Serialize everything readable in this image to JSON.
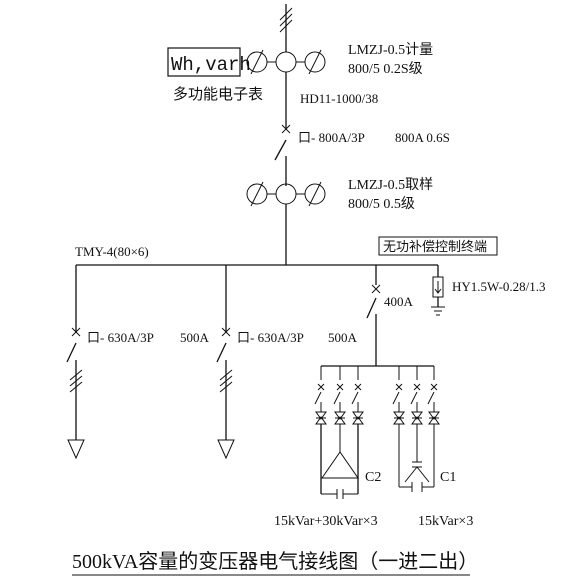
{
  "meter": {
    "box_label": "Wh,varh",
    "caption": "多功能电子表"
  },
  "ct_metering": {
    "model": "LMZJ-0.5计量",
    "ratio": "800/5 0.2S级"
  },
  "incoming_cable": "HD11-1000/38",
  "main_breaker": {
    "rating": "口- 800A/3P",
    "setting": "800A 0.6S"
  },
  "ct_sampling": {
    "model": "LMZJ-0.5取样",
    "ratio": "800/5 0.5级"
  },
  "busbar_label": "TMY-4(80×6)",
  "reactive_terminal": "无功补偿控制终端",
  "arrester_label": "HY1.5W-0.28/1.3",
  "feeder1": {
    "rating": "口- 630A/3P",
    "setting": "500A"
  },
  "feeder2": {
    "rating": "口- 630A/3P",
    "setting": "500A"
  },
  "capacitor_breaker": "400A",
  "capacitor_bank_2": {
    "tag": "C2",
    "rating": "15kVar+30kVar×3"
  },
  "capacitor_bank_1": {
    "tag": "C1",
    "rating": "15kVar×3"
  },
  "title": "500kVA容量的变压器电气接线图（一进二出）"
}
